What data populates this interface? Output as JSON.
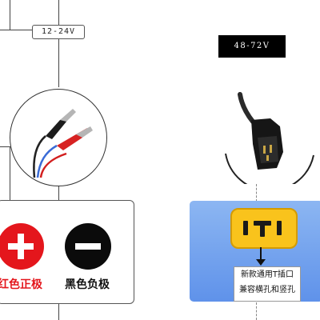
{
  "left_side": {
    "voltage_tag": "12-24V",
    "positive_label": "红色正极",
    "negative_label": "黑色负极",
    "plus_icon": "plus-icon",
    "minus_icon": "minus-icon"
  },
  "right_side": {
    "voltage_tag": "48-72V",
    "info_line1": "新款通用T插口",
    "info_line2": "兼容横孔和竖孔"
  },
  "colors": {
    "positive": "#e4161c",
    "negative": "#0b0b0b",
    "panel_blue": "#6f9ff0",
    "socket_yellow": "#f9c31c"
  }
}
